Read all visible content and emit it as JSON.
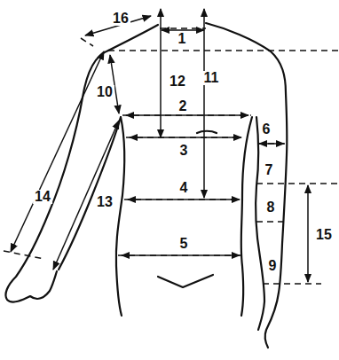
{
  "diagram": {
    "labels": [
      "16",
      "1",
      "12",
      "11",
      "10",
      "2",
      "6",
      "3",
      "14",
      "7",
      "4",
      "13",
      "8",
      "15",
      "5",
      "9"
    ]
  }
}
